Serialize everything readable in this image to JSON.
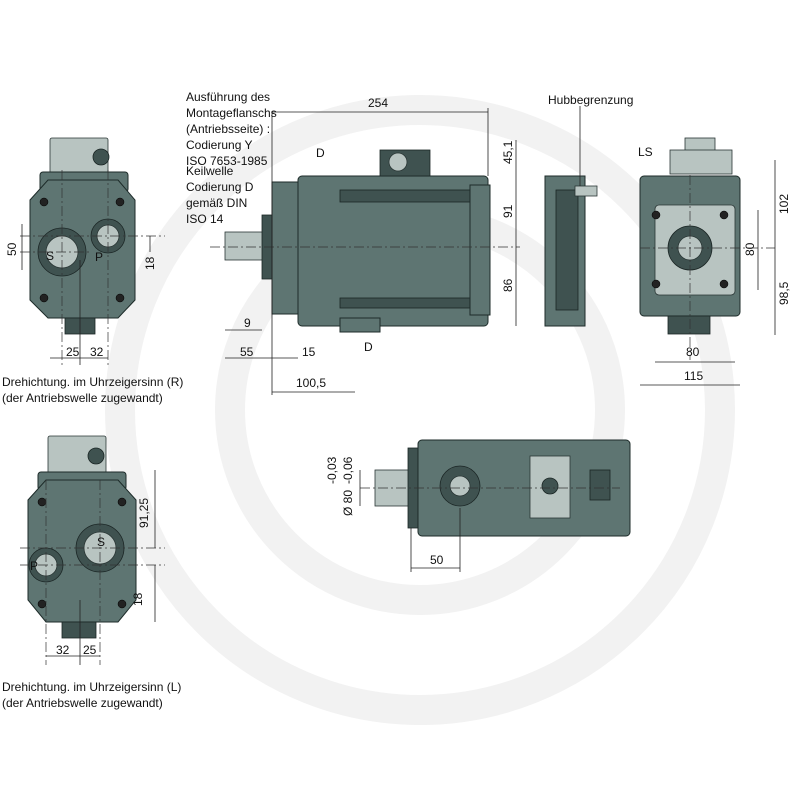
{
  "colors": {
    "body": "#5e7572",
    "body_dark": "#3f5250",
    "body_light": "#b8c4c1",
    "watermark": "#f2f2f2"
  },
  "labels": {
    "mount_flange": [
      "Ausführung des",
      "Montageflanschs",
      "(Antriebsseite) :",
      "Codierung Y",
      "ISO 7653-1985"
    ],
    "shaft": [
      "Keilwelle",
      "Codierung D",
      "gemäß DIN",
      " ISO 14"
    ],
    "stroke_limit": "Hubbegrenzung",
    "ls": "LS",
    "d_top": "D",
    "d_bottom": "D",
    "port_s_r": "S",
    "port_p_r": "P",
    "port_s_l": "S",
    "port_p_l": "P",
    "rotation_r": [
      "Drehichtung. im Uhrzeigersinn (R)",
      "(der Antriebswelle zugewandt)"
    ],
    "rotation_l": [
      "Drehichtung. im Uhrzeigersinn (L)",
      "(der Antriebswelle zugewandt)"
    ]
  },
  "dimensions": {
    "d254": "254",
    "d45_1": "45,1",
    "d91": "91",
    "d86": "86",
    "d9": "9",
    "d55": "55",
    "d15": "15",
    "d100_5": "100,5",
    "d102": "102",
    "d80_v": "80",
    "d98_5": "98,5",
    "d80_h": "80",
    "d115": "115",
    "d50_left": "50",
    "d18_top": "18",
    "d25_top": "25",
    "d32_top": "32",
    "d91_25": "91,25",
    "d18_bottom": "18",
    "d32_bottom": "32",
    "d25_bottom": "25",
    "tol_a": "-0,03",
    "tol_b": "-0,06",
    "dia80": "Ø 80",
    "d50_bottom": "50"
  }
}
